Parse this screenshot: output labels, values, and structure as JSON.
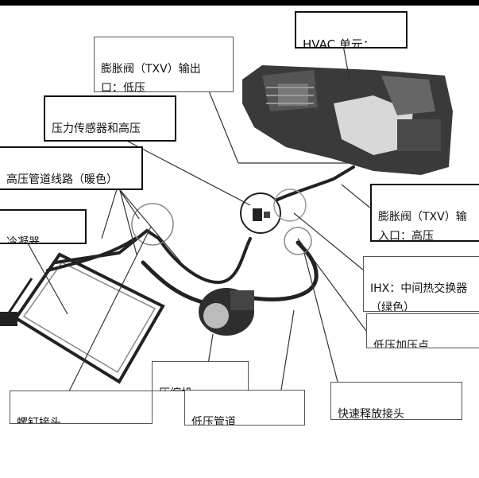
{
  "labels": {
    "hvac_unit": "HVAC 单元：",
    "txv_outlet": "膨胀阀（TXV）输出\n口：低压",
    "pressure_sensor": "压力传感器和高压\n加压点",
    "high_pressure_line": "高压管道线路（暖色）",
    "condenser": "冷凝器",
    "txv_inlet": "膨胀阀（TXV）输\n入口：高压",
    "ihx": "IHX：中间热交换器\n（绿色）",
    "low_pressure_charge": "低压加压点",
    "compressor": "压缩机",
    "quick_release": "快速释放接头",
    "low_pressure_line": "低压管道",
    "bolt_joint": "螺钉接头"
  },
  "colors": {
    "border_thin": "#555555",
    "border_thick": "#111111",
    "accent_red": "#e0302a"
  }
}
